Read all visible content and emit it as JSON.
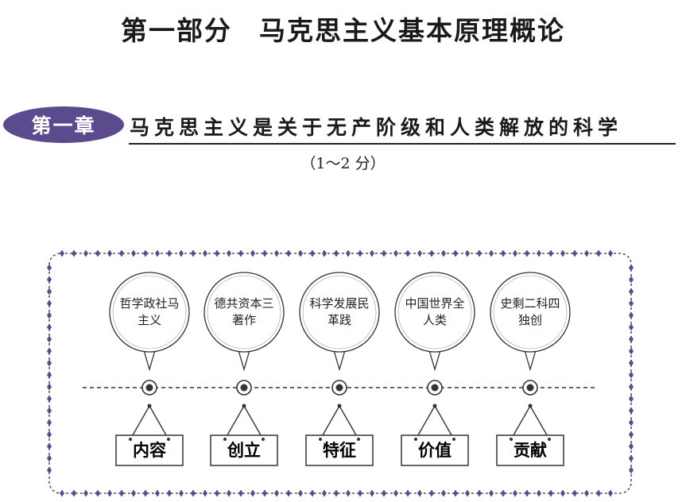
{
  "part_title": "第一部分",
  "part_subtitle": "马克思主义基本原理概论",
  "chapter": {
    "badge": "第一章",
    "title": "马克思主义是关于无产阶级和人类解放的科学",
    "score": "（1～2 分）"
  },
  "diagram": {
    "items": [
      {
        "bubble": [
          "哲学政社马",
          "主义"
        ],
        "box": "内容"
      },
      {
        "bubble": [
          "德共资本三",
          "著作"
        ],
        "box": "创立"
      },
      {
        "bubble": [
          "科学发展民",
          "革践"
        ],
        "box": "特征"
      },
      {
        "bubble": [
          "中国世界全",
          "人类"
        ],
        "box": "价值"
      },
      {
        "bubble": [
          "史剩二科四",
          "独创"
        ],
        "box": "贡献"
      }
    ],
    "colors": {
      "accent": "#5b4a8e",
      "border": "#333333"
    }
  }
}
